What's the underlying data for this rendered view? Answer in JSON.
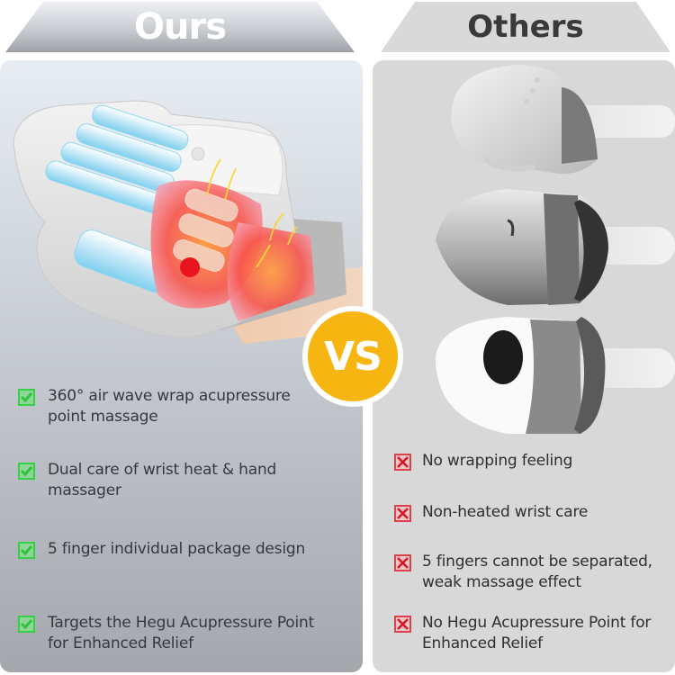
{
  "header": {
    "ours_label": "Ours",
    "others_label": "Others"
  },
  "vs_badge": "VS",
  "ours": {
    "product": "glove hand massager with air-wave finger chambers, heated palm and wrist zones, red acupressure point",
    "features": [
      {
        "icon": "green-check-icon",
        "text": "360° air wave wrap acupressure point massage"
      },
      {
        "icon": "green-check-icon",
        "text": "Dual care of wrist heat & hand massager"
      },
      {
        "icon": "green-check-icon",
        "text": "5 finger individual package design"
      },
      {
        "icon": "green-check-icon",
        "text": "Targets the Hegu Acupressure Point for Enhanced Relief"
      }
    ]
  },
  "others": {
    "product": "three grayscale enclosed hand massagers",
    "features": [
      {
        "icon": "red-x-icon",
        "text": "No wrapping feeling"
      },
      {
        "icon": "red-x-icon",
        "text": "Non-heated wrist care"
      },
      {
        "icon": "red-x-icon",
        "text": "5 fingers cannot be separated, weak massage effect"
      },
      {
        "icon": "red-x-icon",
        "text": "No Hegu Acupressure Point for Enhanced Relief"
      }
    ]
  },
  "colors": {
    "check_green": "#35d04a",
    "x_red": "#d9414b",
    "vs_yellow": "#f7b512"
  }
}
